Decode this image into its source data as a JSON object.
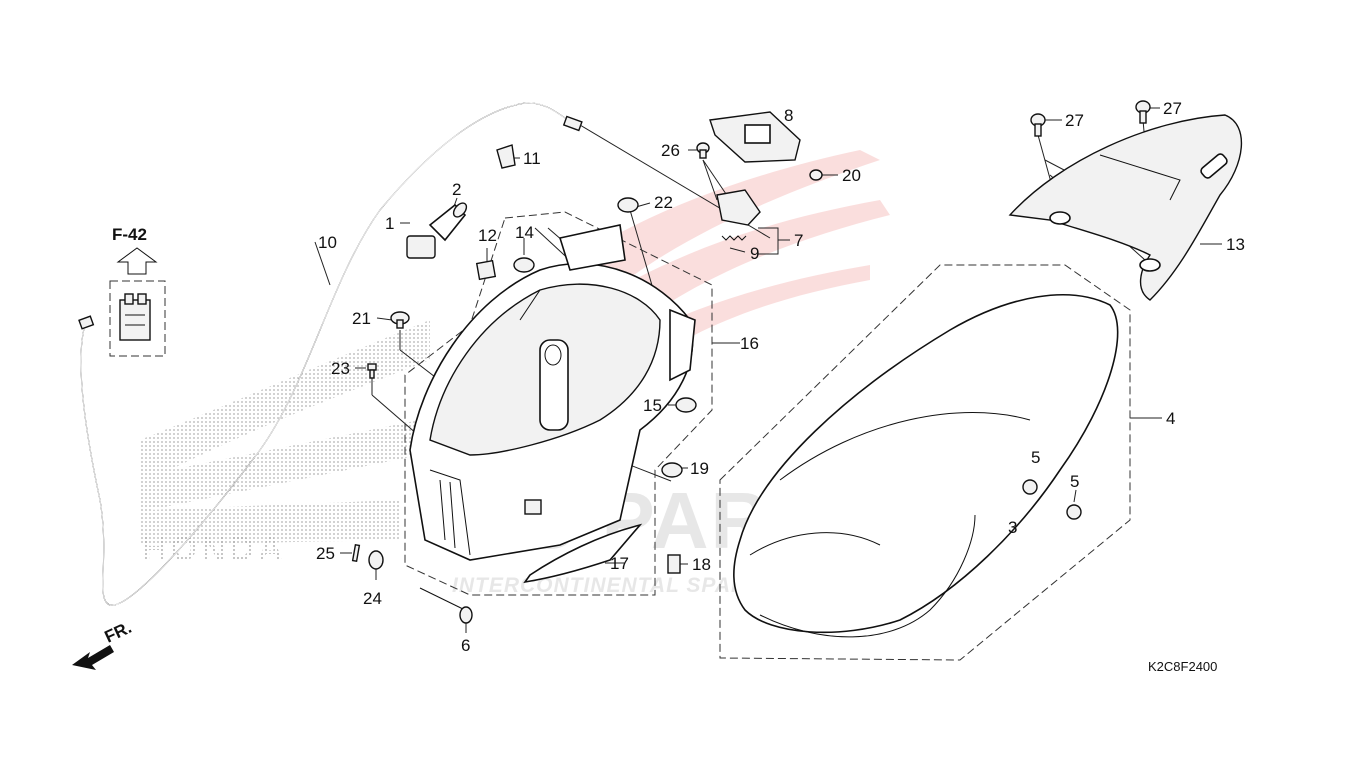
{
  "reference": {
    "label": "F-42"
  },
  "front_indicator": {
    "label": "FR."
  },
  "diagram_code": "K2C8F2400",
  "watermark": {
    "brand": "CS PARTS",
    "tagline": "INTERCONTINENTAL SPARE PARTS",
    "honda": "HONDA",
    "logo_color": "#e53935",
    "halftone_color": "#9e9e9e"
  },
  "callouts": [
    {
      "id": "c1",
      "label": "1"
    },
    {
      "id": "c2",
      "label": "2"
    },
    {
      "id": "c3",
      "label": "3"
    },
    {
      "id": "c4",
      "label": "4"
    },
    {
      "id": "c5a",
      "label": "5"
    },
    {
      "id": "c5b",
      "label": "5"
    },
    {
      "id": "c6",
      "label": "6"
    },
    {
      "id": "c7",
      "label": "7"
    },
    {
      "id": "c8",
      "label": "8"
    },
    {
      "id": "c9",
      "label": "9"
    },
    {
      "id": "c10",
      "label": "10"
    },
    {
      "id": "c11",
      "label": "11"
    },
    {
      "id": "c12",
      "label": "12"
    },
    {
      "id": "c13",
      "label": "13"
    },
    {
      "id": "c14",
      "label": "14"
    },
    {
      "id": "c15",
      "label": "15"
    },
    {
      "id": "c16",
      "label": "16"
    },
    {
      "id": "c17",
      "label": "17"
    },
    {
      "id": "c18",
      "label": "18"
    },
    {
      "id": "c19",
      "label": "19"
    },
    {
      "id": "c20",
      "label": "20"
    },
    {
      "id": "c21",
      "label": "21"
    },
    {
      "id": "c22",
      "label": "22"
    },
    {
      "id": "c23",
      "label": "23"
    },
    {
      "id": "c24",
      "label": "24"
    },
    {
      "id": "c25",
      "label": "25"
    },
    {
      "id": "c26",
      "label": "26"
    },
    {
      "id": "c27a",
      "label": "27"
    },
    {
      "id": "c27b",
      "label": "27"
    }
  ]
}
